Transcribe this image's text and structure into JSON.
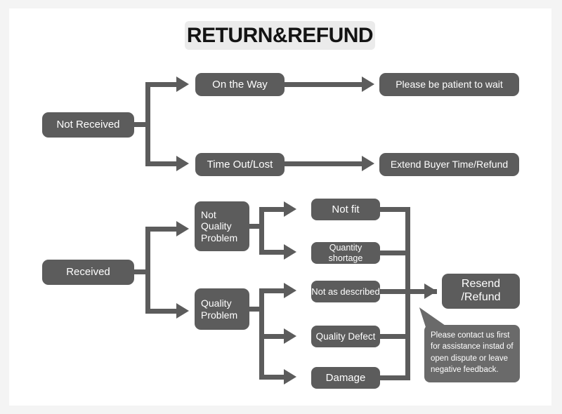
{
  "page": {
    "title": "RETURN&REFUND",
    "canvas_bg": "#ffffff",
    "page_bg": "#f4f4f4",
    "node_color": "#5c5c5c",
    "node_text_color": "#ffffff",
    "title_chip_color": "#ebebeb",
    "title_text_color": "#141414",
    "callout_color": "#6a6a6a"
  },
  "nodes": {
    "not_received": "Not Received",
    "on_the_way": "On the Way",
    "time_out_lost": "Time Out/Lost",
    "please_wait": "Please be patient to wait",
    "extend_buyer": "Extend Buyer Time/Refund",
    "received": "Received",
    "not_quality_problem": "Not\nQuality\nProblem",
    "not_quality_problem_lines": [
      "Not",
      "Quality",
      "Problem"
    ],
    "quality_problem_lines": [
      "Quality",
      "Problem"
    ],
    "not_fit": "Not fit",
    "quantity_shortage": "Quantity shortage",
    "not_as_described": "Not as described",
    "quality_defect": "Quality Defect",
    "damage": "Damage",
    "resend_refund_lines": [
      "Resend",
      "/Refund"
    ]
  },
  "callout": {
    "text": "Please contact us first for assistance instad of open dispute or leave negative feedback."
  }
}
